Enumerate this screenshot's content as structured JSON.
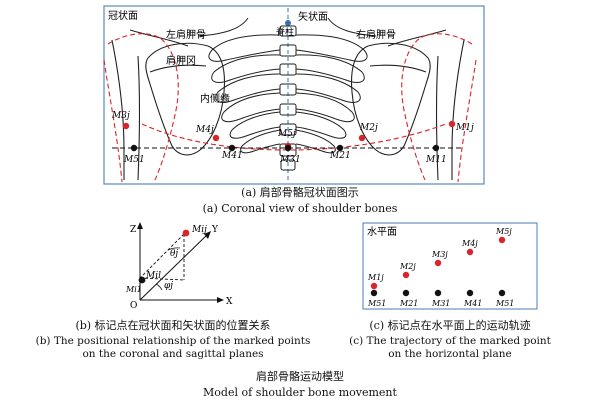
{
  "figure": {
    "panel_a": {
      "plane_label": "冠状面",
      "labels": {
        "sagittal": "矢状面",
        "spine": "脊柱",
        "left_scapula": "左肩胛骨",
        "right_scapula": "右肩胛骨",
        "scapular_notch": "肩胛冈",
        "medial_border": "内侧缘"
      },
      "points": {
        "m3j": "M3j",
        "m4j": "M4j",
        "m5j": "M5j",
        "m2j": "M2j",
        "m1j": "M1j",
        "m51": "M51",
        "m41": "M41",
        "m31": "M31",
        "m21": "M21",
        "m11": "M11"
      },
      "caption_cn": "(a)  肩部骨骼冠状面图示",
      "caption_en": "(a) Coronal view of shoulder bones"
    },
    "panel_b": {
      "axes": {
        "z": "Z",
        "y": "Y",
        "x": "X",
        "o": "O"
      },
      "labels": {
        "mij": "Mij",
        "mil": "Mil",
        "mi1": "Mi1",
        "theta": "θj",
        "phi": "φj"
      },
      "caption_cn": "(b)  标记点在冠状面和矢状面的位置关系",
      "caption_en_1": "(b) The positional relationship of the marked points",
      "caption_en_2": "on the coronal and sagittal planes"
    },
    "panel_c": {
      "plane_label": "水平面",
      "red_labels": [
        "M1j",
        "M2j",
        "M3j",
        "M4j",
        "M5j"
      ],
      "black_labels": [
        "M51",
        "M21",
        "M31",
        "M41",
        "M51"
      ],
      "caption_cn": "(c)  标记点在水平面上的运动轨迹",
      "caption_en_1": "(c) The trajectory of the marked point",
      "caption_en_2": "on the horizontal plane"
    },
    "title_cn": "肩部骨骼运动模型",
    "title_en": "Model of shoulder bone movement",
    "colors": {
      "frame": "#5a88bd",
      "red": "#d9242b",
      "blue": "#3a6fb5",
      "black": "#111111"
    }
  }
}
